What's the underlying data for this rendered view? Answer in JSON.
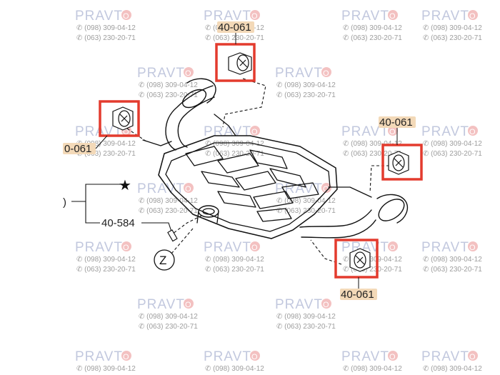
{
  "watermark": {
    "brand_main": "PRAVT",
    "brand_o": "O",
    "phone_1": "(098) 309-04-12",
    "phone_2": "(063) 230-20-71",
    "brand_color": "#b8bfd9",
    "accent_color": "#f2b7b7"
  },
  "callouts": {
    "top": "40-061",
    "left": "0-061",
    "right": "40-061",
    "bottom": "40-061",
    "bracket_part": "40-584",
    "star": "★",
    "view_marker": "Z",
    "left_edge_glyph": ")"
  },
  "highlight_color": "#e33b2e"
}
